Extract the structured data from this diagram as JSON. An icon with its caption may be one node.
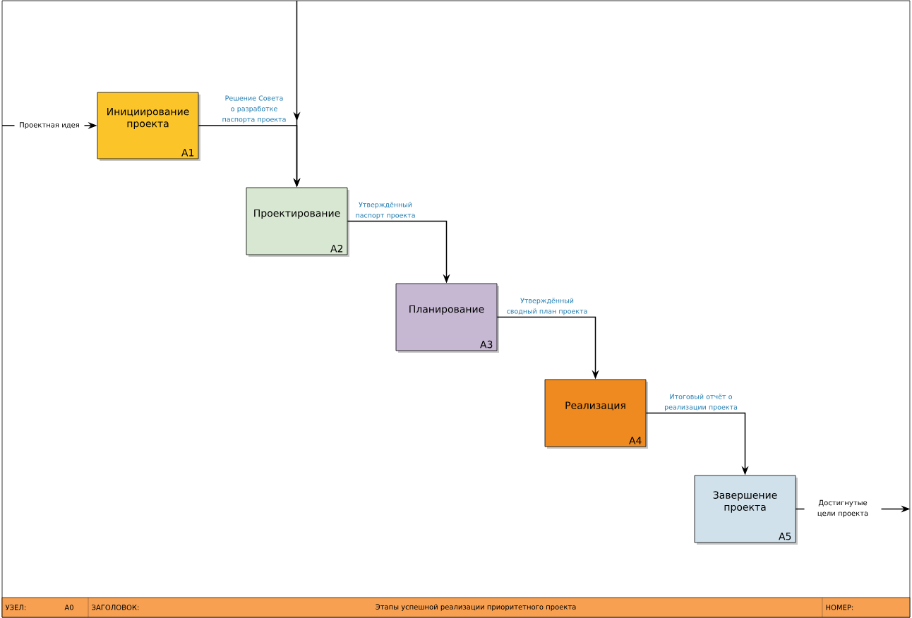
{
  "diagram": {
    "nodes": [
      {
        "text": [
          "Инициирование проекта",
          "A1"
        ]
      },
      {
        "text": [
          "Проектирование",
          "A2"
        ]
      },
      {
        "text": [
          "Планирование",
          "A3"
        ]
      },
      {
        "text": [
          "Реализация",
          "A4"
        ]
      },
      {
        "text": [
          "Завершение проекта",
          "A5"
        ]
      }
    ],
    "edges": [
      {
        "from": null,
        "to": 0,
        "arrow": "to",
        "label": "Проектная идея"
      },
      {
        "from": 0,
        "to": 1,
        "arrow": "to",
        "label": "Решение Совета о разработке паспорта проекта"
      },
      {
        "from": null,
        "to": 1,
        "arrow": "to"
      },
      {
        "from": 1,
        "to": 2,
        "arrow": "to",
        "label": "Утверждённый паспорт проекта"
      },
      {
        "from": 2,
        "to": 3,
        "arrow": "to",
        "label": "Утверждённый сводный план проекта"
      },
      {
        "from": 3,
        "to": 4,
        "arrow": "to",
        "label": "Итоговый отчёт о реализации проекта"
      },
      {
        "from": 4,
        "to": null,
        "arrow": "to",
        "label": "Достигнутые цели проекта"
      }
    ],
    "labels": [
      "УЗЕЛ:",
      "A0",
      "ЗАГОЛОВОК:",
      "Этапы успешной реализации приоритетного проекта",
      "НОМЕР:"
    ]
  }
}
